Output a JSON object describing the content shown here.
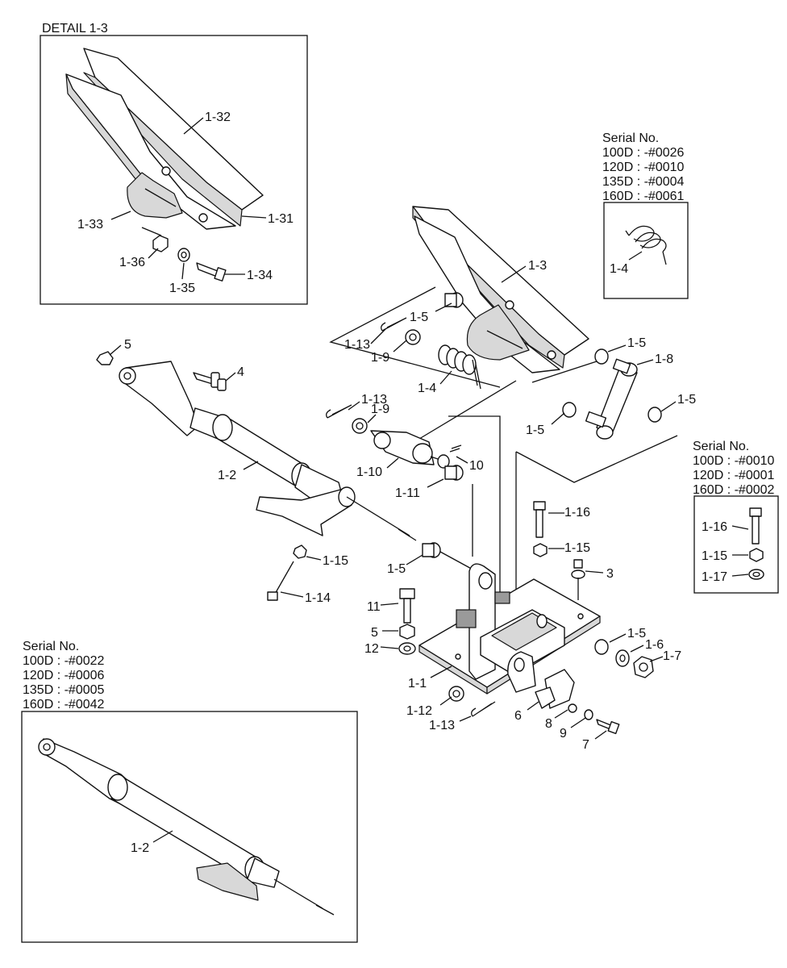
{
  "detail_title": "DETAIL 1-3",
  "serial_boxes": {
    "spring": {
      "heading": "Serial No.",
      "lines": [
        "100D : -#0026",
        "120D : -#0010",
        "135D : -#0004",
        "160D : -#0061"
      ]
    },
    "bolt": {
      "heading": "Serial No.",
      "lines": [
        "100D : -#0010",
        "120D : -#0001",
        "160D : -#0002"
      ]
    },
    "shaft": {
      "heading": "Serial No.",
      "lines": [
        "100D : -#0022",
        "120D : -#0006",
        "135D : -#0005",
        "160D : -#0042"
      ]
    }
  },
  "labels": {
    "d132": "1-32",
    "d133": "1-33",
    "d131": "1-31",
    "d136": "1-36",
    "d135": "1-35",
    "d134": "1-34",
    "s14": "1-4",
    "p13": "1-3",
    "p15a": "1-5",
    "p113a": "1-13",
    "p19a": "1-9",
    "p14": "1-4",
    "p15b": "1-5",
    "p18": "1-8",
    "p15c": "1-5",
    "p15d": "1-5",
    "p5": "5",
    "p4": "4",
    "p113b": "1-13",
    "p19b": "1-9",
    "p110": "1-10",
    "p10": "10",
    "p111": "1-11",
    "p12": "1-2",
    "p115a": "1-15",
    "p114": "1-14",
    "p15e": "1-5",
    "p116": "1-16",
    "p115b": "1-15",
    "p3": "3",
    "b116": "1-16",
    "b115": "1-15",
    "b117": "1-17",
    "p11n": "11",
    "p5n": "5",
    "p12n": "12",
    "p11": "1-1",
    "p112": "1-12",
    "p113c": "1-13",
    "p6": "6",
    "p8": "8",
    "p9": "9",
    "p7": "7",
    "p15f": "1-5",
    "p16": "1-6",
    "p17": "1-7",
    "sh12": "1-2"
  }
}
